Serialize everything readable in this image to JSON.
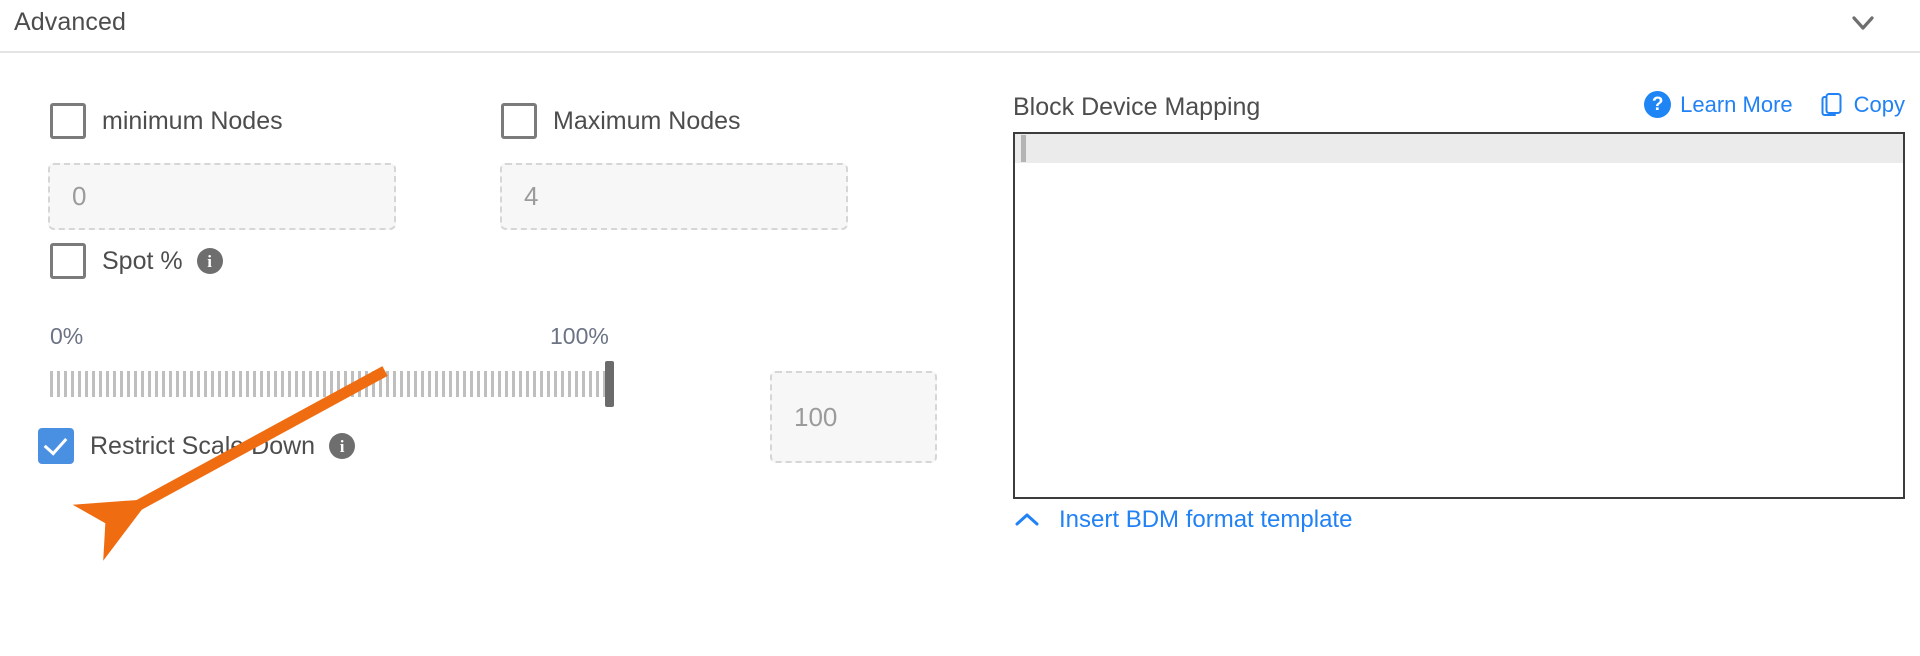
{
  "header": {
    "title": "Advanced",
    "collapse_icon": "chevron-down-icon"
  },
  "left_panel": {
    "min_nodes": {
      "label": "minimum Nodes",
      "checked": false,
      "input_placeholder": "0"
    },
    "max_nodes": {
      "label": "Maximum Nodes",
      "checked": false,
      "input_placeholder": "4"
    },
    "spot_percent": {
      "label": "Spot %",
      "checked": false,
      "info_icon": "info-icon",
      "info_glyph": "i"
    },
    "slider": {
      "min_label": "0%",
      "max_label": "100%",
      "value": 100,
      "value_input_placeholder": "100"
    },
    "restrict_scale_down": {
      "label": "Restrict Scale Down",
      "checked": true,
      "info_icon": "info-icon",
      "info_glyph": "i"
    }
  },
  "right_panel": {
    "title": "Block Device Mapping",
    "learn_more": {
      "label": "Learn More",
      "icon": "question-circle-icon",
      "icon_glyph": "?"
    },
    "copy": {
      "label": "Copy",
      "icon": "copy-icon"
    },
    "editor": {
      "content": "",
      "active_line": 1
    },
    "insert_template": {
      "label": "Insert BDM format template",
      "icon": "chevron-up-icon"
    }
  },
  "annotation": {
    "type": "arrow",
    "color": "#ef6c11",
    "points_at": "restrict-scale-down-checkbox"
  },
  "colors": {
    "link_blue": "#2182f5",
    "checkbox_blue": "#4a90e2",
    "annotation_orange": "#ef6c11",
    "text_gray": "#4d4d4d",
    "muted_gray": "#9b9b9b"
  }
}
